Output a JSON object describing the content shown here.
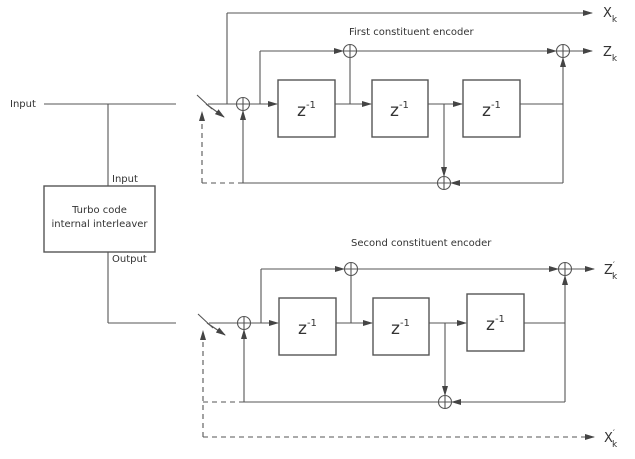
{
  "input_label": "Input",
  "interleaver": {
    "title_line1": "Turbo code",
    "title_line2": "internal interleaver",
    "input_label": "Input",
    "output_label": "Output"
  },
  "encoders": [
    {
      "title": "First constituent encoder",
      "delay_label": "z",
      "delay_exp": "-1",
      "systematic_output": {
        "base": "X",
        "sub": "k",
        "prime": ""
      },
      "parity_output": {
        "base": "Z",
        "sub": "k",
        "prime": ""
      }
    },
    {
      "title": "Second constituent encoder",
      "delay_label": "z",
      "delay_exp": "-1",
      "systematic_output": {
        "base": "X",
        "sub": "k",
        "prime": "′"
      },
      "parity_output": {
        "base": "Z",
        "sub": "k",
        "prime": "′"
      }
    }
  ],
  "colors": {
    "line": "#555555",
    "text": "#333333",
    "background": "#ffffff"
  }
}
